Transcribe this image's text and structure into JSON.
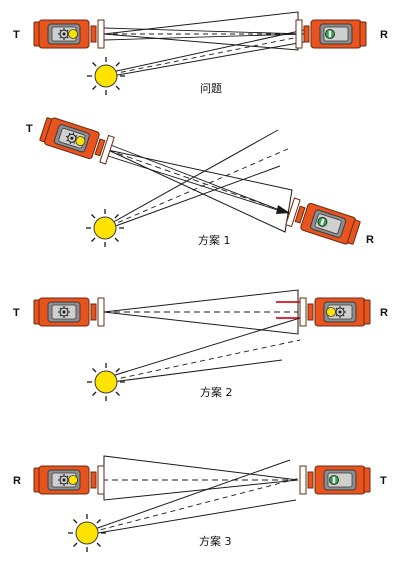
{
  "panels": [
    {
      "id": "problem",
      "caption": "问题",
      "left_label": "T",
      "right_label": "R"
    },
    {
      "id": "scheme1",
      "caption": "方案 1",
      "left_label": "T",
      "right_label": "R"
    },
    {
      "id": "scheme2",
      "caption": "方案 2",
      "left_label": "T",
      "right_label": "R"
    },
    {
      "id": "scheme3",
      "caption": "方案 3",
      "left_label": "R",
      "right_label": "T"
    }
  ],
  "colors": {
    "device_body": "#e8531e",
    "device_outline": "#6b2a10",
    "window": "#8d8d8d",
    "sun": "#ffe300",
    "beam_fill": "#ffffff",
    "line": "#1a1a1a",
    "mark": "#d9131a"
  },
  "icons": [
    "sun-icon",
    "transmitter-device-icon",
    "receiver-device-icon"
  ]
}
